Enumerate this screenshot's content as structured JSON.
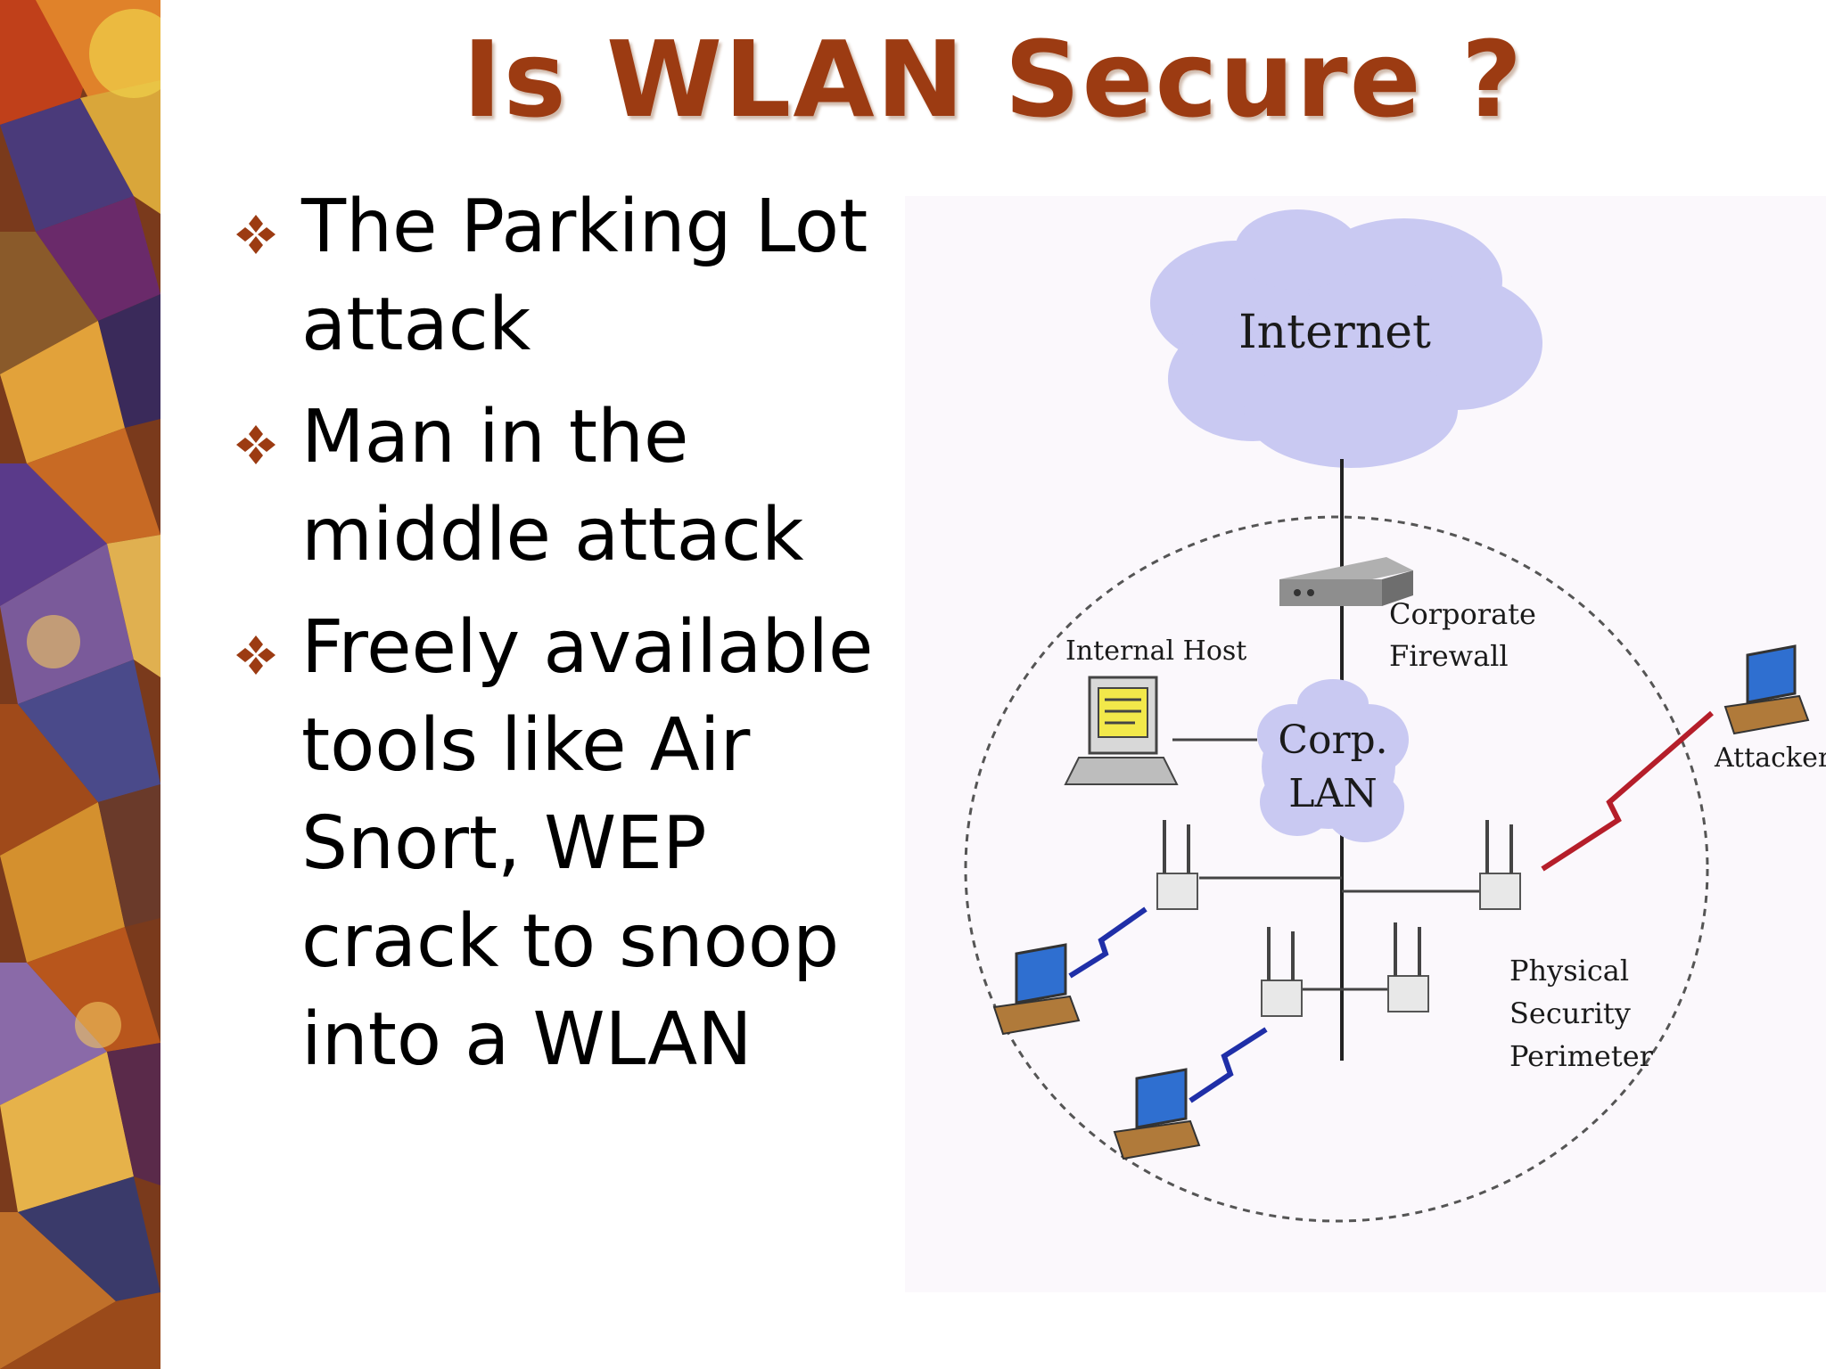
{
  "slide": {
    "title": "Is WLAN Secure ?",
    "bullets": [
      "The Parking Lot attack",
      "Man in the middle attack",
      "Freely available tools like Air Snort, WEP crack to snoop into a WLAN"
    ],
    "accent_color": "#9c3b12",
    "bullet_icon": "four-diamond-bullet-icon"
  },
  "diagram": {
    "labels": {
      "internet": "Internet",
      "firewall_line1": "Corporate",
      "firewall_line2": "Firewall",
      "internal_host": "Internal Host",
      "lan_line1": "Corp.",
      "lan_line2": "LAN",
      "attacker": "Attacker",
      "perimeter_line1": "Physical",
      "perimeter_line2": "Security",
      "perimeter_line3": "Perimeter"
    },
    "colors": {
      "cloud": "#c9c9f2",
      "background": "#fbf8fc",
      "wireless_link": "#1f2fa8",
      "attack_link": "#b51e2a"
    }
  }
}
